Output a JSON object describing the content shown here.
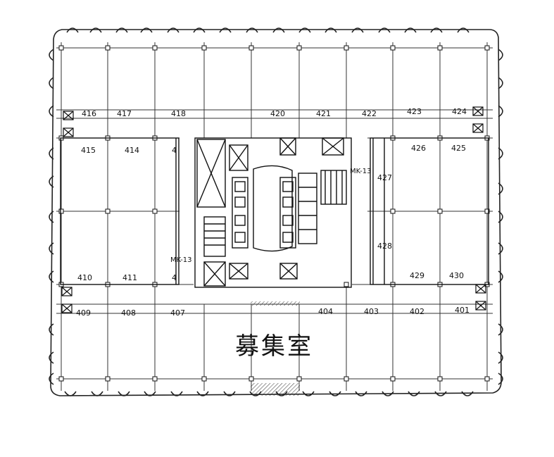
{
  "plan": {
    "area_label": "募集室",
    "room_numbers": {
      "r401": "401",
      "r402": "402",
      "r403": "403",
      "r404": "404",
      "r407": "407",
      "r408": "408",
      "r409": "409",
      "r410": "410",
      "r411": "411",
      "r414": "414",
      "r415": "415",
      "r416": "416",
      "r417": "417",
      "r418": "418",
      "r420": "420",
      "r421": "421",
      "r422": "422",
      "r423": "423",
      "r424": "424",
      "r425": "425",
      "r426": "426",
      "r427": "427",
      "r428": "428",
      "r429": "429",
      "r430": "430",
      "r4a": "4",
      "r4b": "4"
    },
    "tags": {
      "mk_left": "MK-13",
      "mk_right": "MK-13"
    }
  }
}
